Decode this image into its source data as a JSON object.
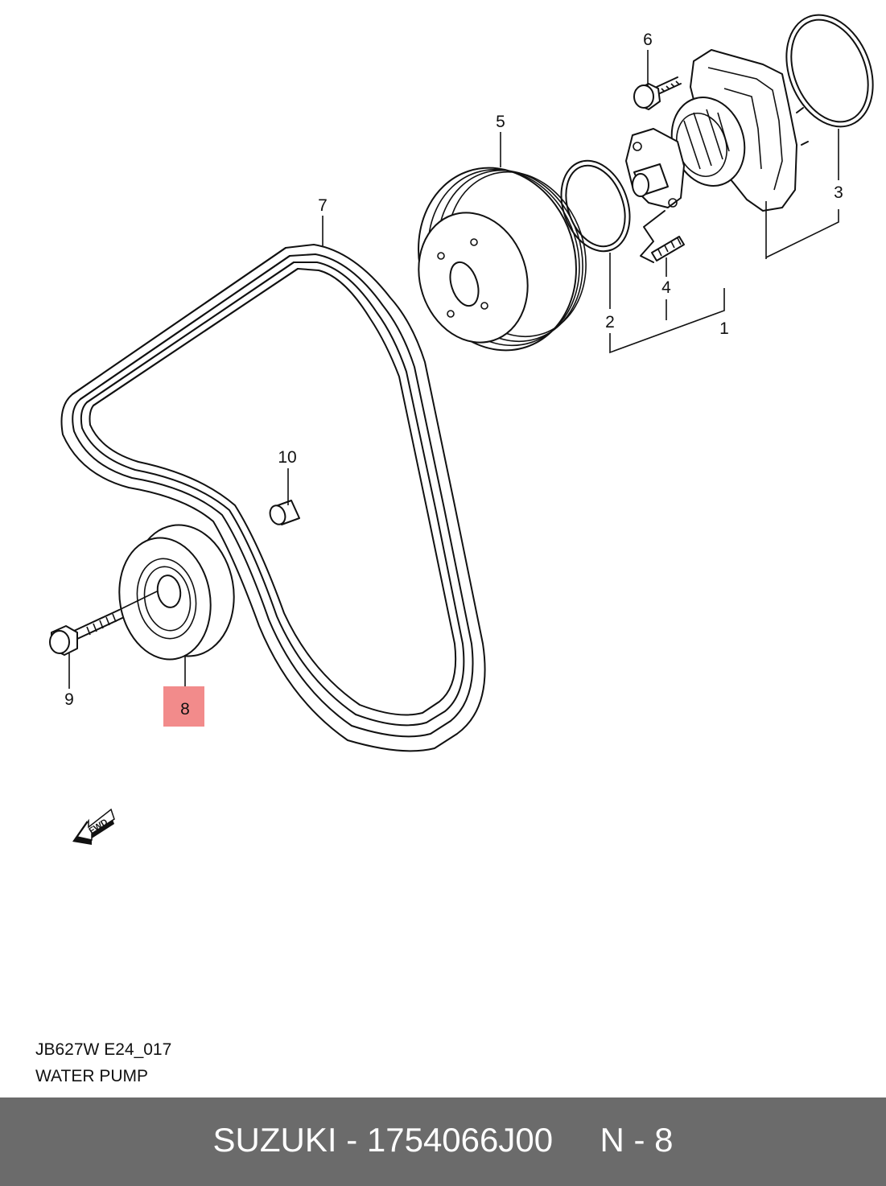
{
  "diagram": {
    "callouts": [
      {
        "id": "1",
        "label": "1"
      },
      {
        "id": "2",
        "label": "2"
      },
      {
        "id": "3",
        "label": "3"
      },
      {
        "id": "4",
        "label": "4"
      },
      {
        "id": "5",
        "label": "5"
      },
      {
        "id": "6",
        "label": "6"
      },
      {
        "id": "7",
        "label": "7"
      },
      {
        "id": "8",
        "label": "8",
        "highlighted": true
      },
      {
        "id": "9",
        "label": "9"
      },
      {
        "id": "10",
        "label": "10"
      }
    ],
    "fwd_arrow_label": "FWD",
    "highlight_color": "#f28b8b"
  },
  "caption": {
    "code": "JB627W E24_017",
    "name": "WATER PUMP"
  },
  "footer": {
    "text": "SUZUKI - 1754066J00     N - 8",
    "background": "#6b6b6b"
  }
}
